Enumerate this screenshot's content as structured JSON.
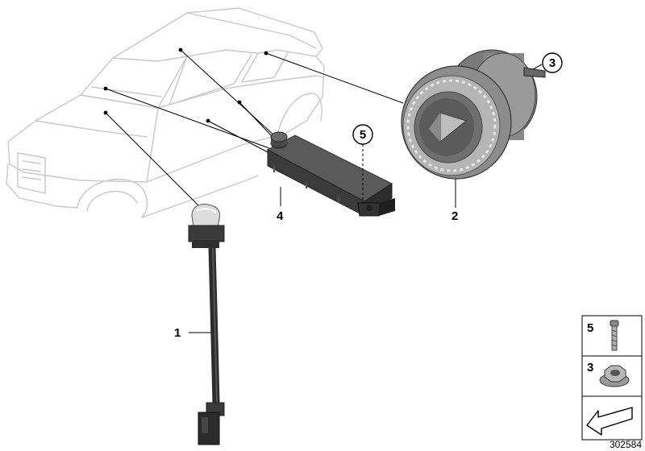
{
  "diagram": {
    "callouts": {
      "c1": "1",
      "c2": "2",
      "c3": "3",
      "c4": "4",
      "c5": "5"
    },
    "legend": {
      "item_bolt": "5",
      "item_nut": "3"
    },
    "diagram_number": "302584"
  }
}
